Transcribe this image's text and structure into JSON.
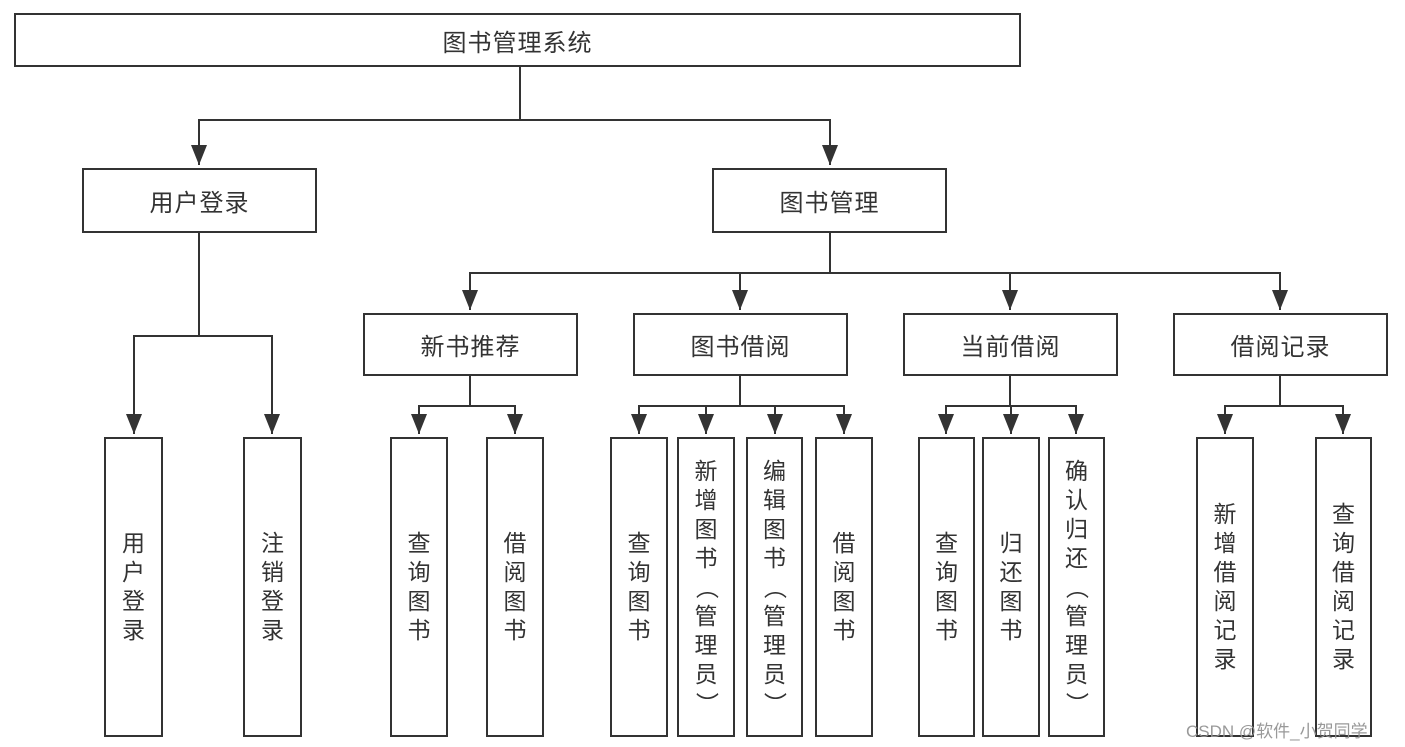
{
  "diagram": {
    "root": {
      "label": "图书管理系统",
      "children": [
        {
          "label": "用户登录",
          "children": [
            {
              "label": "用户登录"
            },
            {
              "label": "注销登录"
            }
          ]
        },
        {
          "label": "图书管理",
          "children": [
            {
              "label": "新书推荐",
              "children": [
                {
                  "label": "查询图书"
                },
                {
                  "label": "借阅图书"
                }
              ]
            },
            {
              "label": "图书借阅",
              "children": [
                {
                  "label": "查询图书"
                },
                {
                  "label": "新增图书（管理员）"
                },
                {
                  "label": "编辑图书（管理员）"
                },
                {
                  "label": "借阅图书"
                }
              ]
            },
            {
              "label": "当前借阅",
              "children": [
                {
                  "label": "查询图书"
                },
                {
                  "label": "归还图书"
                },
                {
                  "label": "确认归还（管理员）"
                }
              ]
            },
            {
              "label": "借阅记录",
              "children": [
                {
                  "label": "新增借阅记录"
                },
                {
                  "label": "查询借阅记录"
                }
              ]
            }
          ]
        }
      ]
    }
  },
  "watermark": {
    "text": "CSDN @软件_小贺同学"
  },
  "colors": {
    "line": "#333333",
    "box_border": "#333333",
    "text": "#333333",
    "background": "#ffffff",
    "watermark": "#949494"
  }
}
